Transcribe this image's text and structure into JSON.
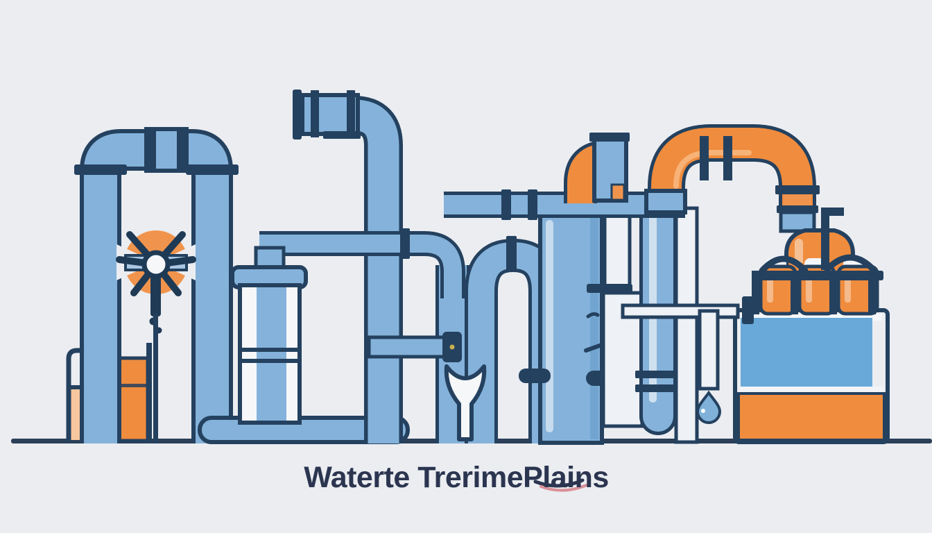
{
  "scene": {
    "type": "flat-vector-illustration",
    "caption": "Waterte TrerimePlains",
    "background_color": "#ebedf1",
    "ground_line_color": "#2b3f58",
    "caption_color": "#2b3550",
    "palette": {
      "pipe_blue": "#84b2da",
      "pipe_blue_light": "#a9c7e3",
      "pipe_blue_dark": "#68a9d9",
      "outline_navy": "#24415f",
      "accent_orange": "#ef8c3e",
      "accent_orange_light": "#f6c79e",
      "white": "#f5f7f9",
      "droplet_blue": "#7fb1d9",
      "underline_pink": "#d98f97"
    },
    "objects": [
      {
        "name": "left-pipe-arch",
        "label": "tall blue inverted-U pipe with flanges"
      },
      {
        "name": "valve-fan-wheel",
        "label": "orange-bladed valve wheel with navy spokes and stem"
      },
      {
        "name": "orange-liquid-container",
        "label": "open vat holding orange liquid"
      },
      {
        "name": "storage-cylinder",
        "label": "white cylinder tank with blue cap and stripe"
      },
      {
        "name": "capped-inlet-pipe",
        "label": "blue pipe with square cap fitting"
      },
      {
        "name": "small-pipe-arch",
        "label": "short blue arch beside funnel"
      },
      {
        "name": "funnel",
        "label": "white funnel draining to the ground"
      },
      {
        "name": "treatment-tank",
        "label": "tall blue tank slab with side valve fittings"
      },
      {
        "name": "round-bottom-pipe",
        "label": "blue round-bottom pipe with double flange"
      },
      {
        "name": "orange-pipe-arch",
        "label": "orange inverted-U pipe with couplers"
      },
      {
        "name": "water-droplet",
        "label": "blue drop hanging from thin pipe"
      },
      {
        "name": "bottle-crate",
        "label": "rack of orange jugs"
      },
      {
        "name": "layered-tank",
        "label": "tank with blue water layer above orange layer"
      },
      {
        "name": "ground-line",
        "label": "baseline the plant stands on"
      }
    ]
  }
}
